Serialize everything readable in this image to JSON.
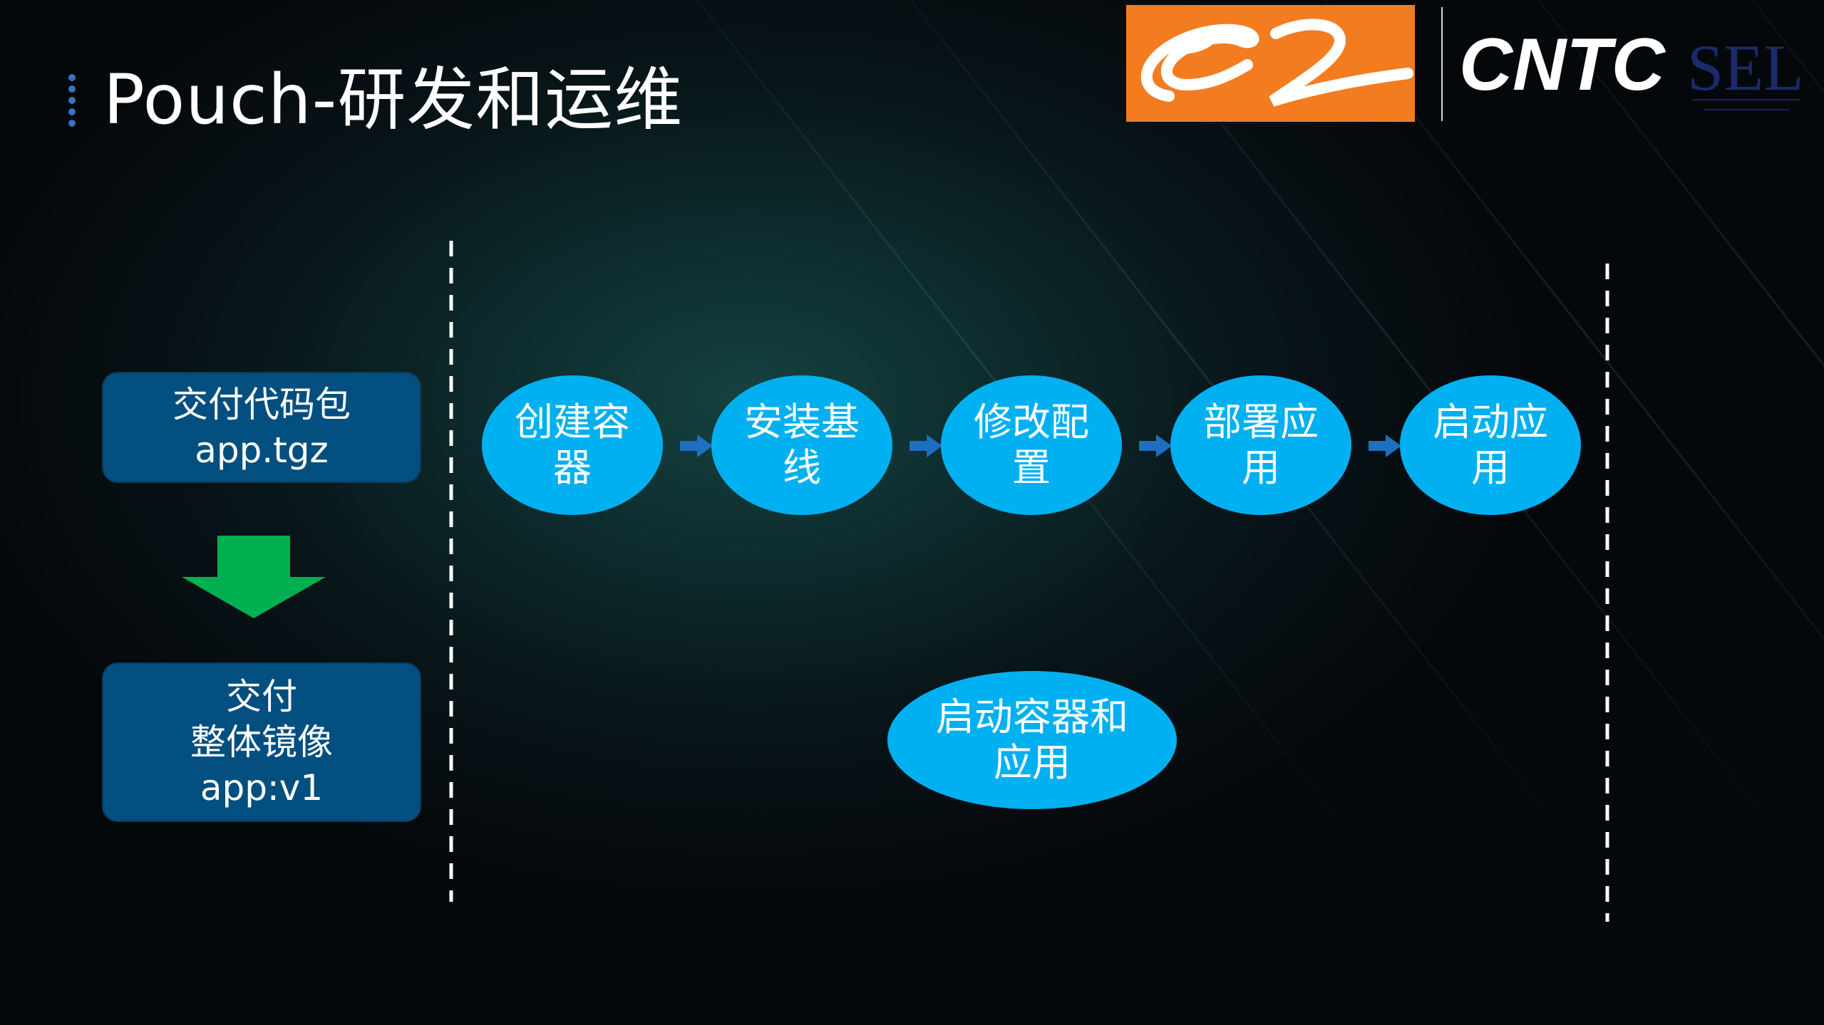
{
  "slide": {
    "title": "Pouch-研发和运维"
  },
  "logos": {
    "left": "alibaba-logo",
    "right_text_1": "CNTC",
    "right_text_2": "SEL",
    "orange": "#f47c20",
    "navy": "#1b2a6b"
  },
  "left_column": {
    "box_1": {
      "line_1": "交付代码包",
      "line_2": "app.tgz"
    },
    "box_2": {
      "line_1": "交付",
      "line_2": "整体镜像",
      "line_3": "app:v1"
    },
    "arrow_color": "#00b050"
  },
  "flow": {
    "steps": [
      {
        "line_1": "创建容",
        "line_2": "器"
      },
      {
        "line_1": "安装基",
        "line_2": "线"
      },
      {
        "line_1": "修改配",
        "line_2": "置"
      },
      {
        "line_1": "部署应",
        "line_2": "用"
      },
      {
        "line_1": "启动应",
        "line_2": "用"
      }
    ],
    "alternative": {
      "line_1": "启动容器和",
      "line_2": "应用"
    },
    "node_color": "#00b0f0",
    "arrow_color": "#1f6fc0"
  }
}
